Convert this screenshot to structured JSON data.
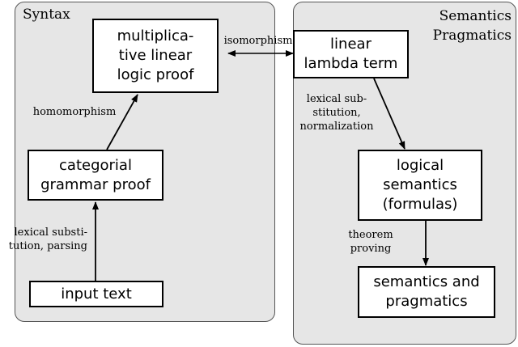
{
  "panels": {
    "syntax": {
      "title": "Syntax"
    },
    "semantics": {
      "title": "Semantics\nPragmatics"
    }
  },
  "boxes": {
    "mll_proof": "multiplica-\ntive linear\nlogic proof",
    "categorial": "categorial\ngrammar proof",
    "input_text": "input text",
    "lambda_term": "linear\nlambda term",
    "logical_semantics": "logical\nsemantics\n(formulas)",
    "semantics_pragmatics": "semantics and\npragmatics"
  },
  "edges": {
    "isomorphism": "isomorphism",
    "homomorphism": "homomorphism",
    "lexical_parsing": "lexical substi-\ntution, parsing",
    "lexical_normalization": "lexical sub-\nstitution,\nnormalization",
    "theorem_proving": "theorem\nproving"
  }
}
